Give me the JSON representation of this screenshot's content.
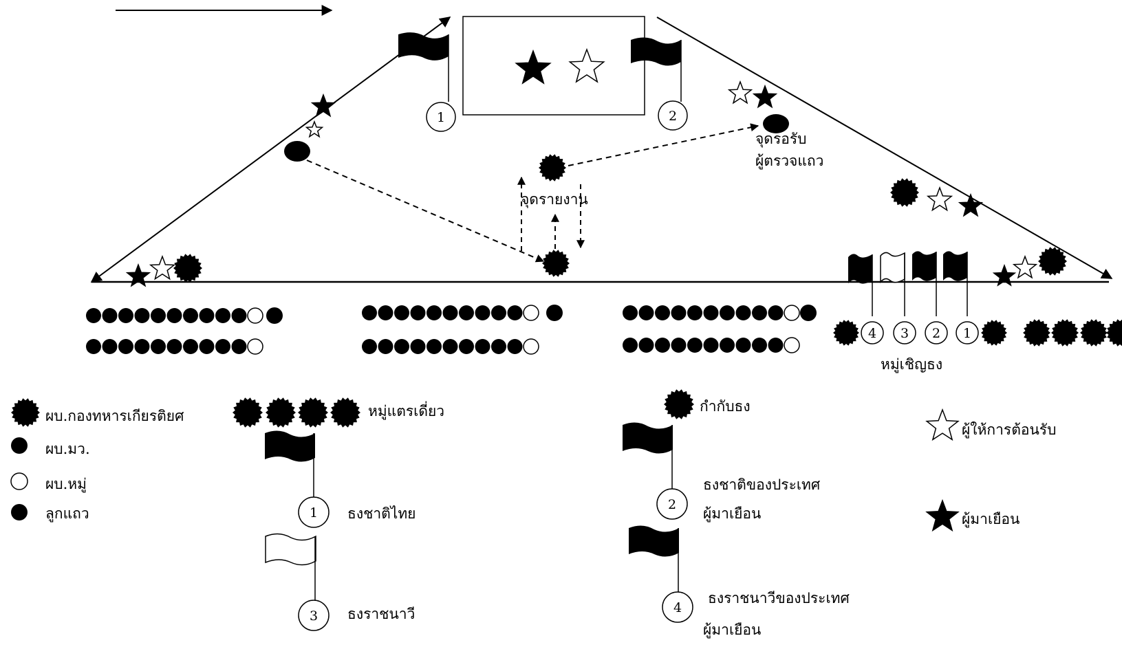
{
  "labels": {
    "report_point": "จุดรายงาน",
    "wait_point_line1": "จุดรอรับ",
    "wait_point_line2": "ผู้ตรวจแถว",
    "color_party": "หมู่เชิญธง"
  },
  "legend": {
    "honor_guard_commander": "ผบ.กองทหารเกียรติยศ",
    "battalion_commander": "ผบ.มว.",
    "squad_leader": "ผบ.หมู่",
    "soldier": "ลูกแถว",
    "band": "หมู่แตรเดี่ยว",
    "flag_commander": "กำกับธง",
    "welcomer": "ผู้ให้การต้อนรับ",
    "visitor": "ผู้มาเยือน"
  },
  "flags": {
    "f1": {
      "number": "1",
      "label": "ธงชาติไทย",
      "label2": ""
    },
    "f2": {
      "number": "2",
      "label": "ธงชาติของประเทศ",
      "label2": "ผู้มาเยือน"
    },
    "f3": {
      "number": "3",
      "label": "ธงราชนาวี",
      "label2": ""
    },
    "f4": {
      "number": "4",
      "label": "ธงราชนาวีของประเทศ",
      "label2": "ผู้มาเยือน"
    }
  },
  "diagram": {
    "stage_flag_numbers": [
      "1",
      "2"
    ],
    "color_party_numbers": [
      "4",
      "3",
      "2",
      "1"
    ]
  },
  "colors": {
    "ink": "#000000",
    "paper": "#ffffff"
  }
}
